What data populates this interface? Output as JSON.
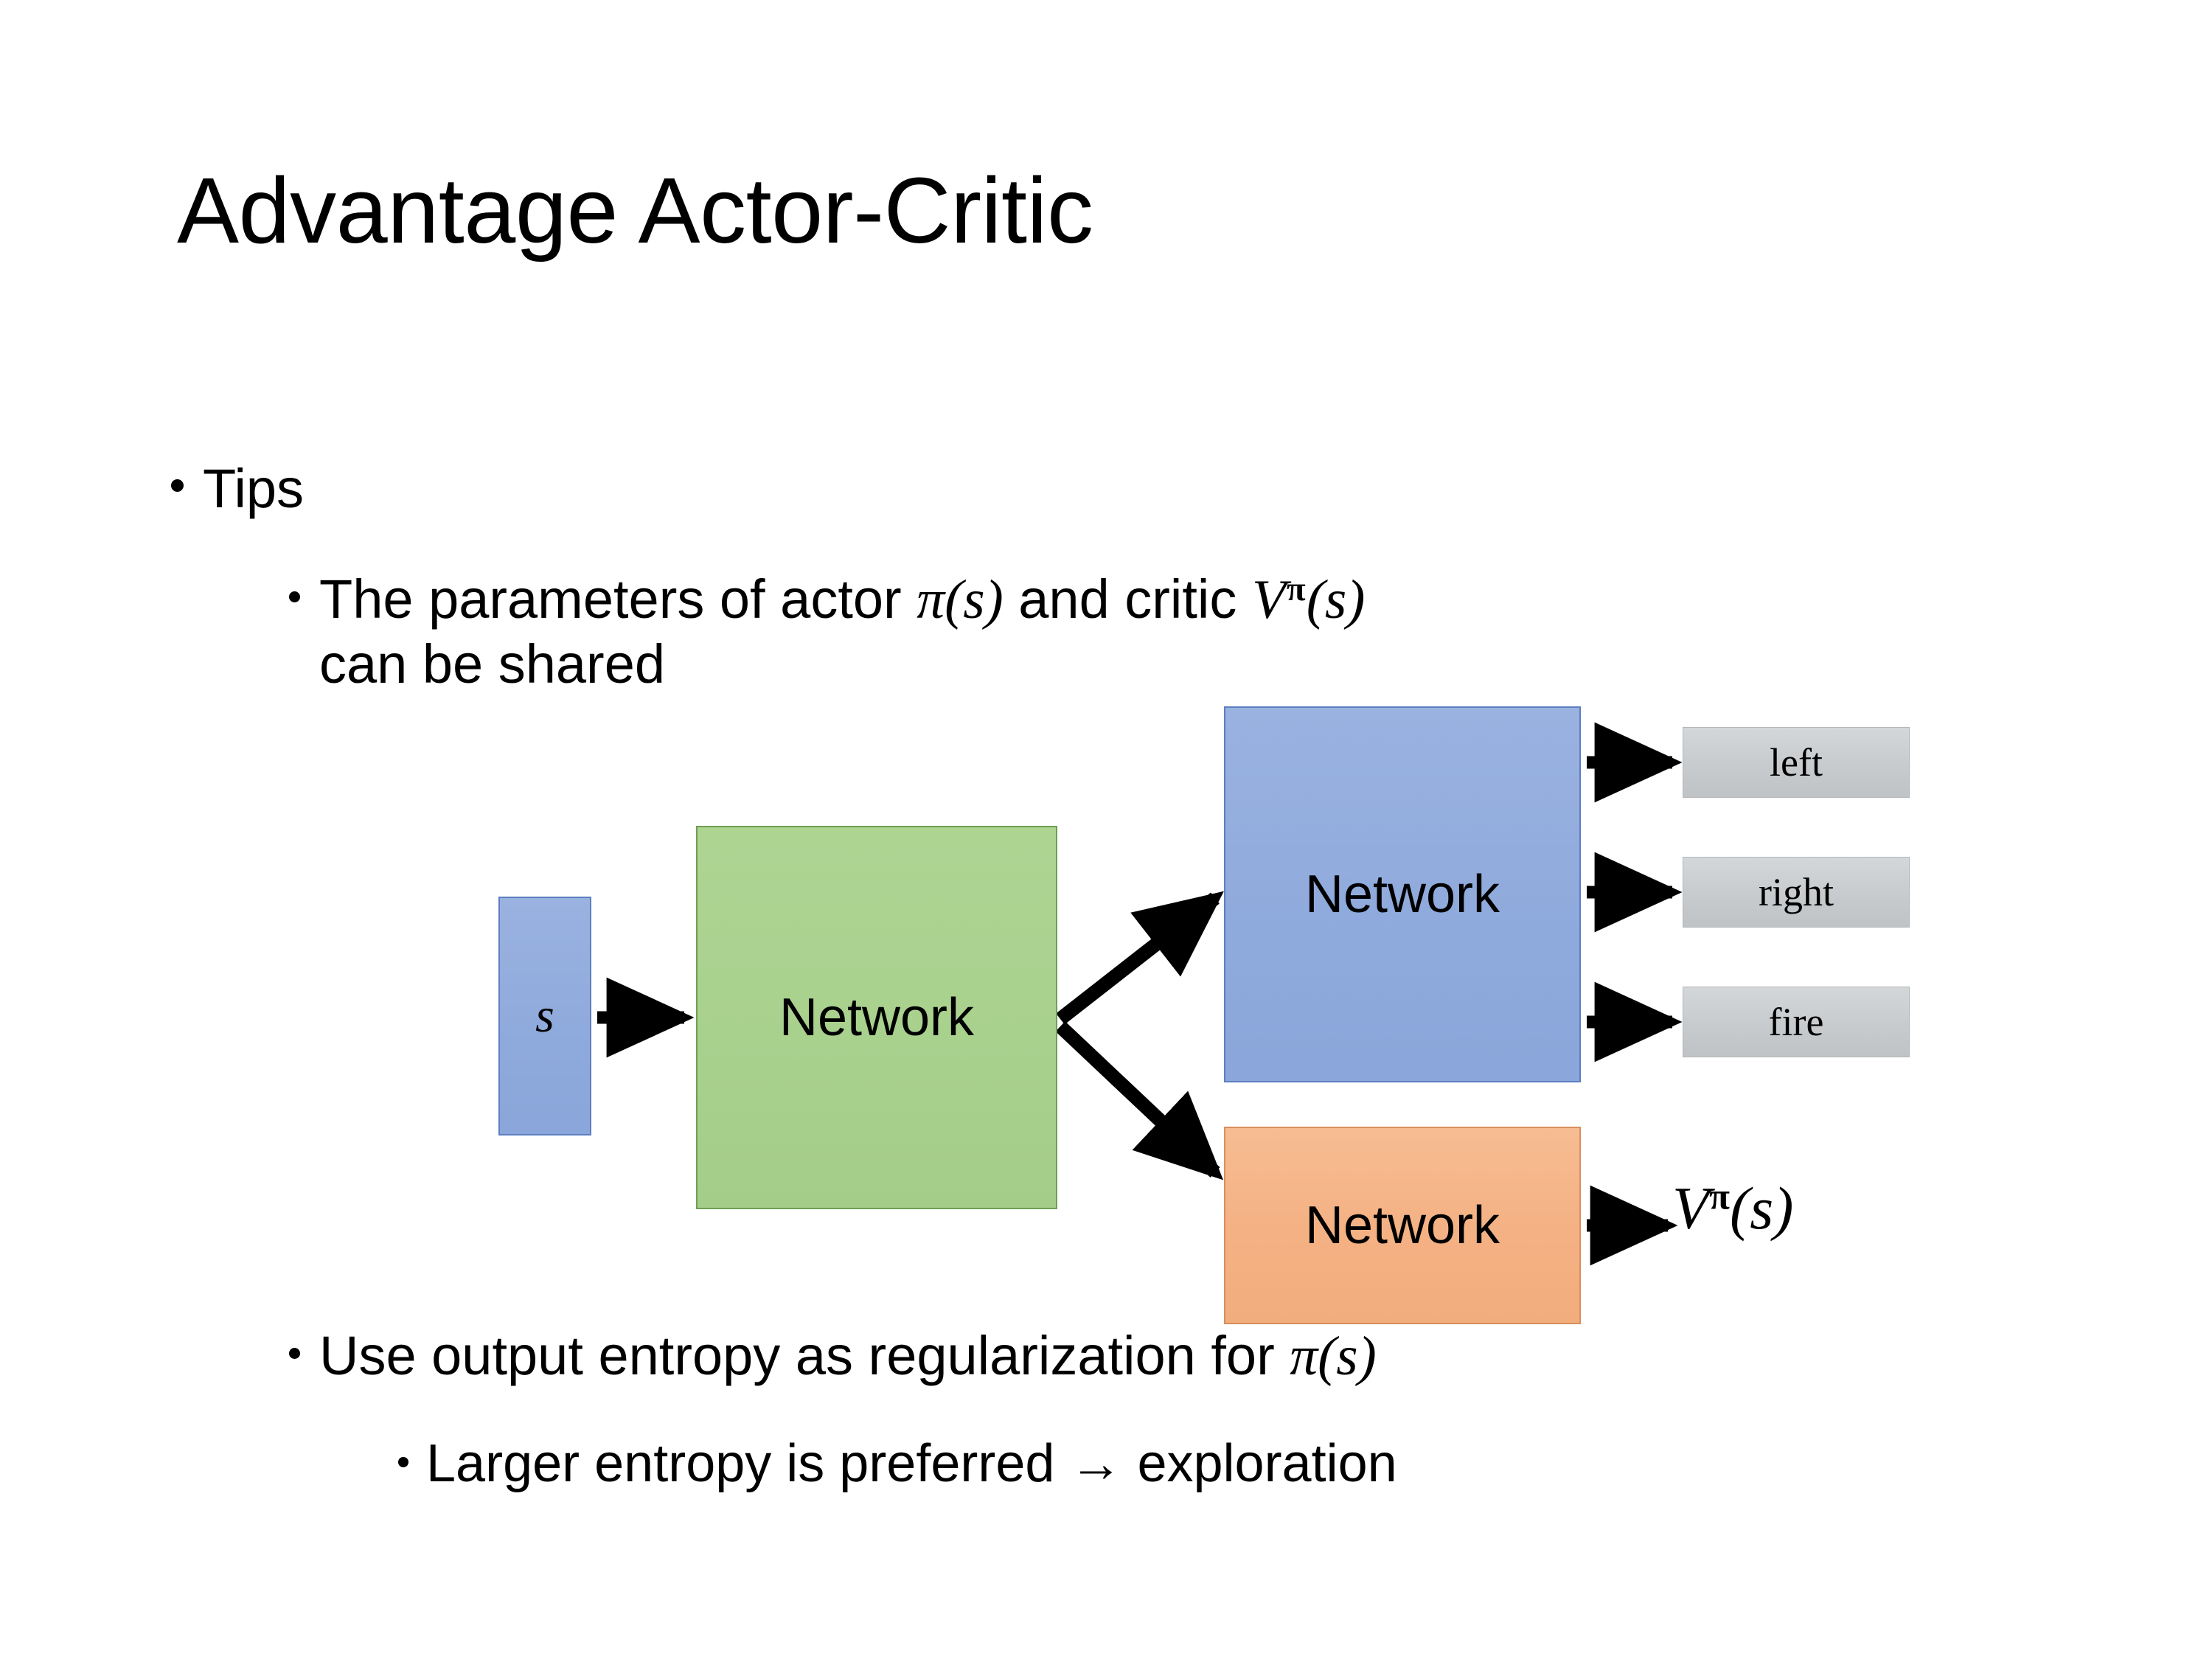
{
  "slide": {
    "title": "Advantage Actor-Critic",
    "background_color": "#ffffff"
  },
  "bullets": {
    "tips": {
      "label": "Tips",
      "level": 1
    },
    "shared_params": {
      "prefix": "The parameters of actor ",
      "actor_symbol_pi": "π",
      "actor_symbol_args": "(s)",
      "middle": "  and critic ",
      "critic_symbol_v": "V",
      "critic_symbol_sup": "π",
      "critic_symbol_args": "(s)",
      "line2": "can be shared",
      "level": 2
    },
    "entropy": {
      "prefix": "Use output entropy as regularization for ",
      "symbol_pi": "π",
      "symbol_args": "(s)",
      "level": 2
    },
    "larger_entropy": {
      "text": "Larger entropy is preferred → exploration",
      "level": 3
    }
  },
  "diagram": {
    "state_node": {
      "label": "s",
      "fill": "#8faadc",
      "border": "#5d7fc0"
    },
    "shared_network": {
      "label": "Network",
      "fill": "#a9d18e",
      "border": "#6f9e55"
    },
    "actor_network": {
      "label": "Network",
      "fill": "#8faadc",
      "border": "#5d7fc0"
    },
    "critic_network": {
      "label": "Network",
      "fill": "#f4b183",
      "border": "#d98f5f"
    },
    "actions": [
      {
        "label": "left",
        "fill": "#c9ccce"
      },
      {
        "label": "right",
        "fill": "#c9ccce"
      },
      {
        "label": "fire",
        "fill": "#c9ccce"
      }
    ],
    "critic_output": {
      "symbol_v": "V",
      "symbol_sup": "π",
      "symbol_args": "(s)"
    },
    "arrow_color": "#000000"
  }
}
